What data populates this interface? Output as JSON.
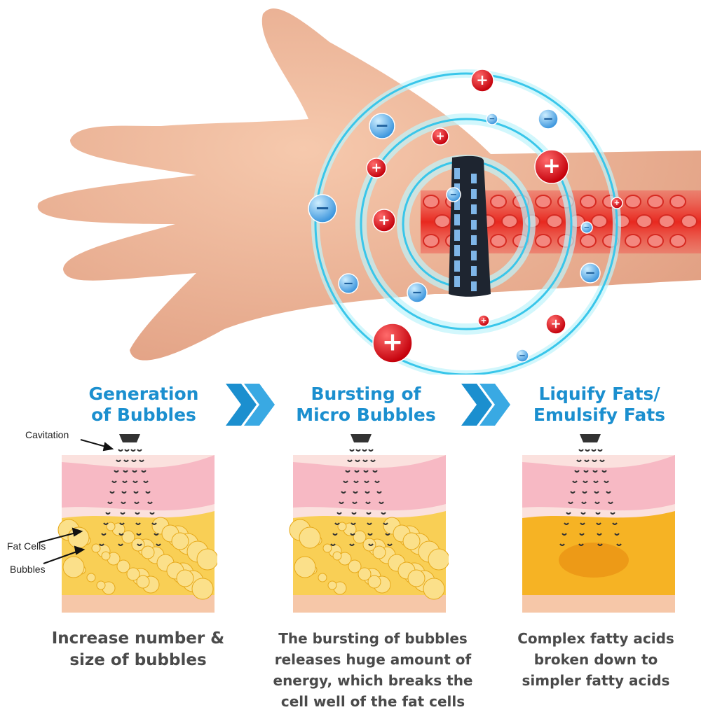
{
  "steps": [
    {
      "title_line1": "Generation",
      "title_line2": "of Bubbles",
      "caption": [
        "Increase number &",
        "size of bubbles"
      ]
    },
    {
      "title_line1": "Bursting of",
      "title_line2": "Micro Bubbles",
      "caption": [
        "The bursting of bubbles",
        "releases huge amount of",
        "energy, which breaks the",
        "cell well of the fat cells"
      ]
    },
    {
      "title_line1": "Liquify Fats/",
      "title_line2": "Emulsify Fats",
      "caption": [
        "Complex fatty acids",
        "broken down to",
        "simpler fatty acids"
      ]
    }
  ],
  "labels": {
    "cavitation": "Cavitation",
    "fat_cells": "Fat Cells",
    "bubbles": "Bubbles"
  },
  "ions": {
    "positive": "+",
    "negative": "−"
  },
  "colors": {
    "accent": "#1b8fcf",
    "caption": "#4a4a4a",
    "positive_ion": "#e0141e",
    "negative_ion": "#4aa8e8",
    "ring": "#7fe3f5"
  }
}
